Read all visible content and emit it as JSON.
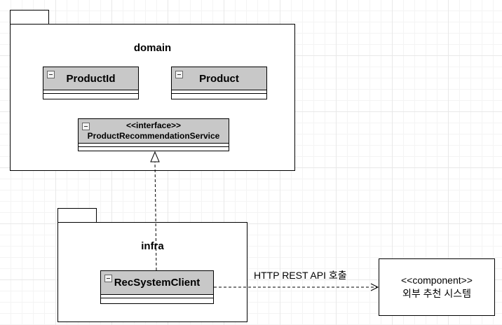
{
  "packages": {
    "domain": {
      "name": "domain"
    },
    "infra": {
      "name": "infra"
    }
  },
  "classes": {
    "product_id": {
      "name": "ProductId"
    },
    "product": {
      "name": "Product"
    },
    "recommendation_service": {
      "stereotype": "<<interface>>",
      "name": "ProductRecommendationService"
    },
    "rec_system_client": {
      "name": "RecSystemClient"
    }
  },
  "component": {
    "stereotype": "<<component>>",
    "name": "외부 추천 시스템"
  },
  "edges": {
    "realization": {
      "from": "RecSystemClient",
      "to": "ProductRecommendationService",
      "style": "dashed",
      "head": "hollow-triangle"
    },
    "http_call": {
      "from": "RecSystemClient",
      "to": "외부 추천 시스템",
      "style": "dashed",
      "head": "open-arrow",
      "label": "HTTP REST API 호출"
    }
  },
  "colors": {
    "class_header": "#c8c8c8",
    "line": "#000000",
    "grid": "#e8e8e8"
  }
}
